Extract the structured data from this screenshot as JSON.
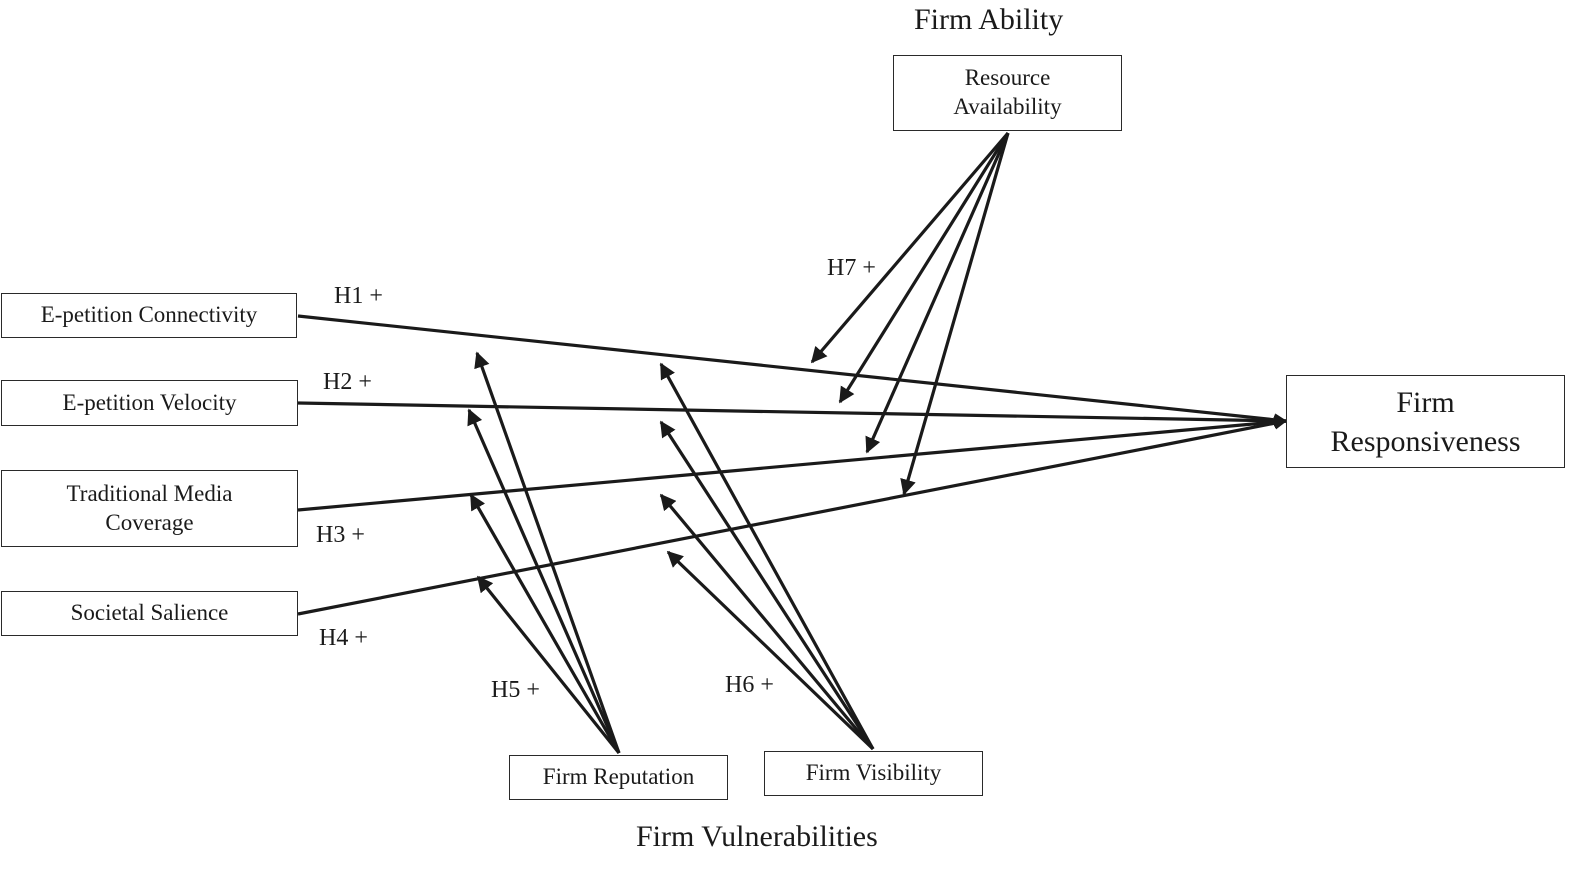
{
  "group_labels": {
    "firm_ability": "Firm Ability",
    "firm_vulnerabilities": "Firm Vulnerabilities"
  },
  "nodes": {
    "resource_availability": [
      "Resource",
      "Availability"
    ],
    "e_petition_connectivity": "E-petition Connectivity",
    "e_petition_velocity": "E-petition Velocity",
    "traditional_media_coverage": [
      "Traditional Media",
      "Coverage"
    ],
    "societal_salience": "Societal Salience",
    "firm_responsiveness": [
      "Firm",
      "Responsiveness"
    ],
    "firm_reputation": "Firm Reputation",
    "firm_visibility": "Firm Visibility"
  },
  "hypotheses": {
    "h1": "H1 +",
    "h2": "H2 +",
    "h3": "H3 +",
    "h4": "H4 +",
    "h5": "H5 +",
    "h6": "H6 +",
    "h7": "H7 +"
  },
  "colors": {
    "line": "#1a1a1a",
    "border": "#2a2a2a",
    "background": "#ffffff"
  }
}
